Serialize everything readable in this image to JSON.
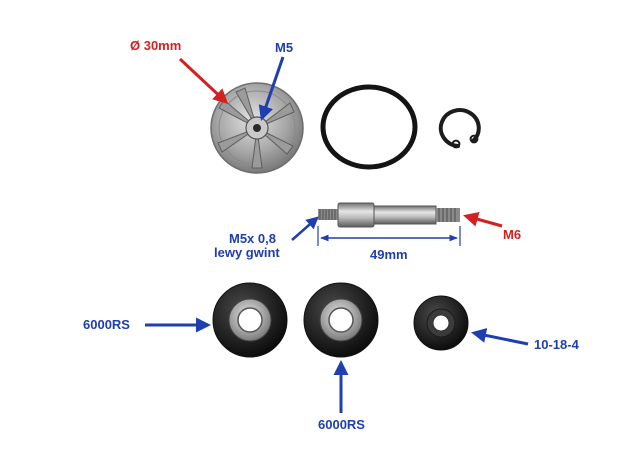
{
  "labels": {
    "impeller_diameter": "Ø 30mm",
    "impeller_thread": "M5",
    "shaft_thread_left_line1": "M5x 0,8",
    "shaft_thread_left_line2": "lewy gwint",
    "shaft_length": "49mm",
    "shaft_thread_right": "M6",
    "bearing_left": "6000RS",
    "bearing_middle": "6000RS",
    "seal": "10-18-4"
  },
  "colors": {
    "red_arrow": "#d42020",
    "blue_arrow": "#1f3fb0",
    "part_black": "#1a1a1a",
    "metal": "#a7a7a7"
  },
  "icons": {
    "impeller": "impeller-icon",
    "o_ring": "o-ring-icon",
    "circlip": "circlip-icon",
    "shaft": "shaft-icon",
    "bearing": "ball-bearing-icon",
    "seal": "oil-seal-icon"
  }
}
